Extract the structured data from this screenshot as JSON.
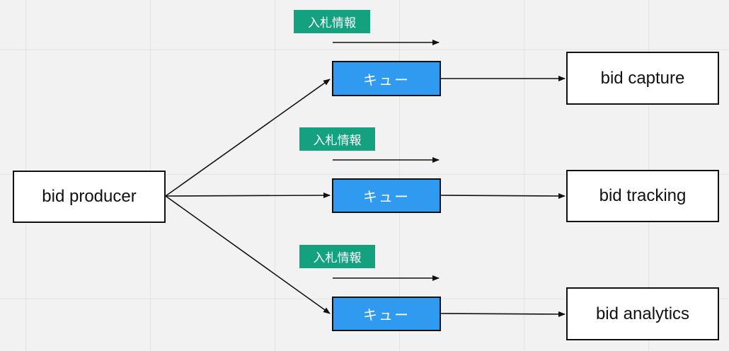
{
  "producer": {
    "label": "bid producer"
  },
  "lanes": [
    {
      "tag": "入札情報",
      "queue": "キュー",
      "consumer": "bid capture"
    },
    {
      "tag": "入札情報",
      "queue": "キュー",
      "consumer": "bid tracking"
    },
    {
      "tag": "入札情報",
      "queue": "キュー",
      "consumer": "bid analytics"
    }
  ],
  "colors": {
    "queue_fill": "#2f9af0",
    "tag_fill": "#14a17f",
    "box_fill": "#ffffff",
    "stroke": "#111111",
    "background": "#f2f2f2"
  }
}
